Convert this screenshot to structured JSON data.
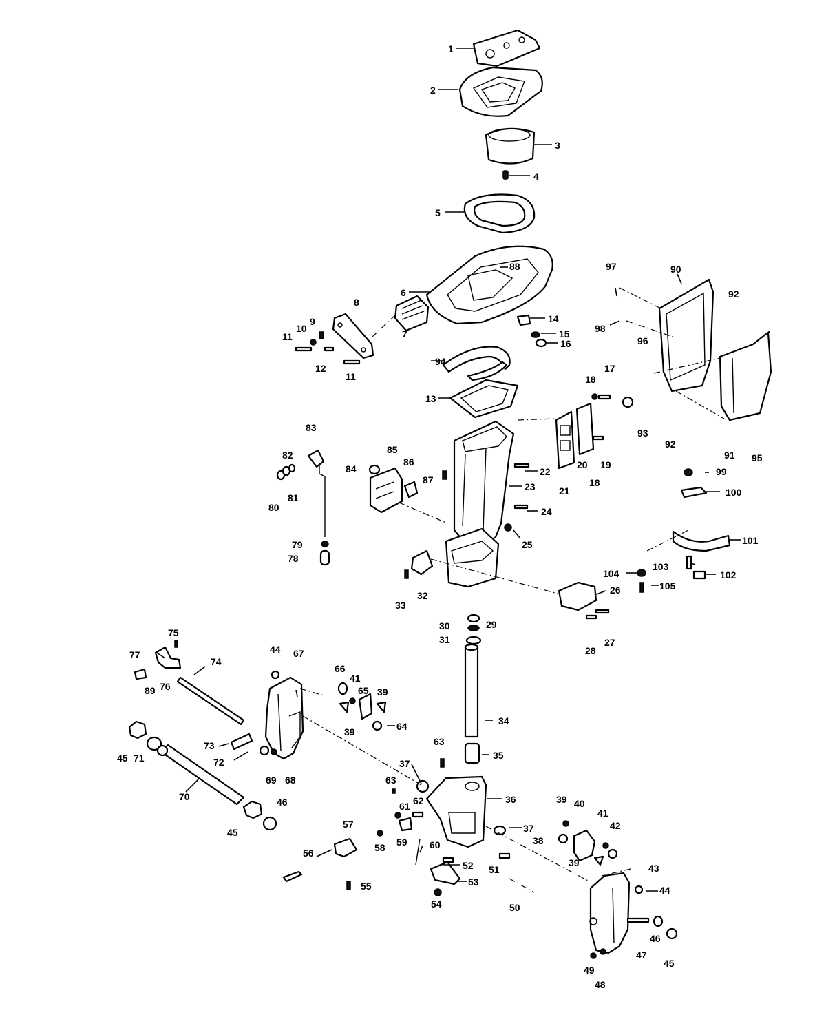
{
  "callouts": [
    "1",
    "2",
    "3",
    "4",
    "5",
    "6",
    "7",
    "8",
    "9",
    "10",
    "11",
    "11",
    "12",
    "13",
    "14",
    "15",
    "16",
    "17",
    "18",
    "18",
    "19",
    "20",
    "21",
    "22",
    "23",
    "24",
    "25",
    "26",
    "27",
    "28",
    "29",
    "30",
    "31",
    "32",
    "33",
    "34",
    "35",
    "36",
    "37",
    "37",
    "38",
    "39",
    "39",
    "39",
    "39",
    "40",
    "41",
    "41",
    "42",
    "43",
    "44",
    "44",
    "45",
    "45",
    "45",
    "46",
    "46",
    "47",
    "48",
    "49",
    "50",
    "51",
    "52",
    "53",
    "54",
    "55",
    "56",
    "57",
    "58",
    "59",
    "60",
    "61",
    "62",
    "63",
    "63",
    "64",
    "65",
    "66",
    "67",
    "68",
    "69",
    "70",
    "71",
    "72",
    "73",
    "74",
    "75",
    "76",
    "77",
    "78",
    "79",
    "80",
    "81",
    "82",
    "83",
    "84",
    "85",
    "86",
    "87",
    "88",
    "89",
    "90",
    "91",
    "92",
    "92",
    "93",
    "94",
    "95",
    "96",
    "97",
    "98",
    "99",
    "100",
    "101",
    "102",
    "103",
    "104",
    "105"
  ]
}
